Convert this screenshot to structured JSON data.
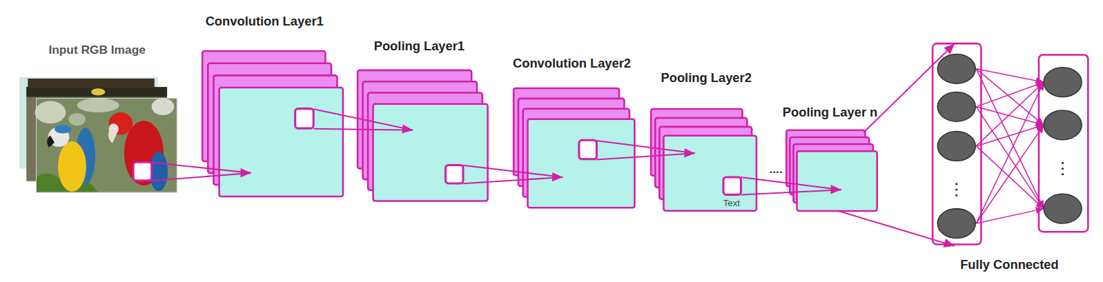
{
  "diagram": {
    "nodes": [
      {
        "text": [
          "Input RGB Image"
        ]
      },
      {
        "text": [
          "Convolution Layer1"
        ]
      },
      {
        "text": [
          "Pooling Layer1"
        ]
      },
      {
        "text": [
          "Convolution Layer2"
        ]
      },
      {
        "text": [
          "Pooling Layer2",
          "Text"
        ]
      },
      {
        "text": [
          "Pooling Layer n"
        ]
      },
      {
        "text": [
          "Fully Connected"
        ]
      }
    ],
    "edges": [
      {
        "from": 0,
        "to": 1,
        "arrow": "to"
      },
      {
        "from": 1,
        "to": 2,
        "arrow": "to"
      },
      {
        "from": 2,
        "to": 3,
        "arrow": "to"
      },
      {
        "from": 3,
        "to": 4,
        "arrow": "to"
      },
      {
        "from": 4,
        "to": 5,
        "arrow": "to"
      },
      {
        "from": 5,
        "to": 6,
        "arrow": "to"
      }
    ],
    "labels": [
      "...."
    ]
  }
}
